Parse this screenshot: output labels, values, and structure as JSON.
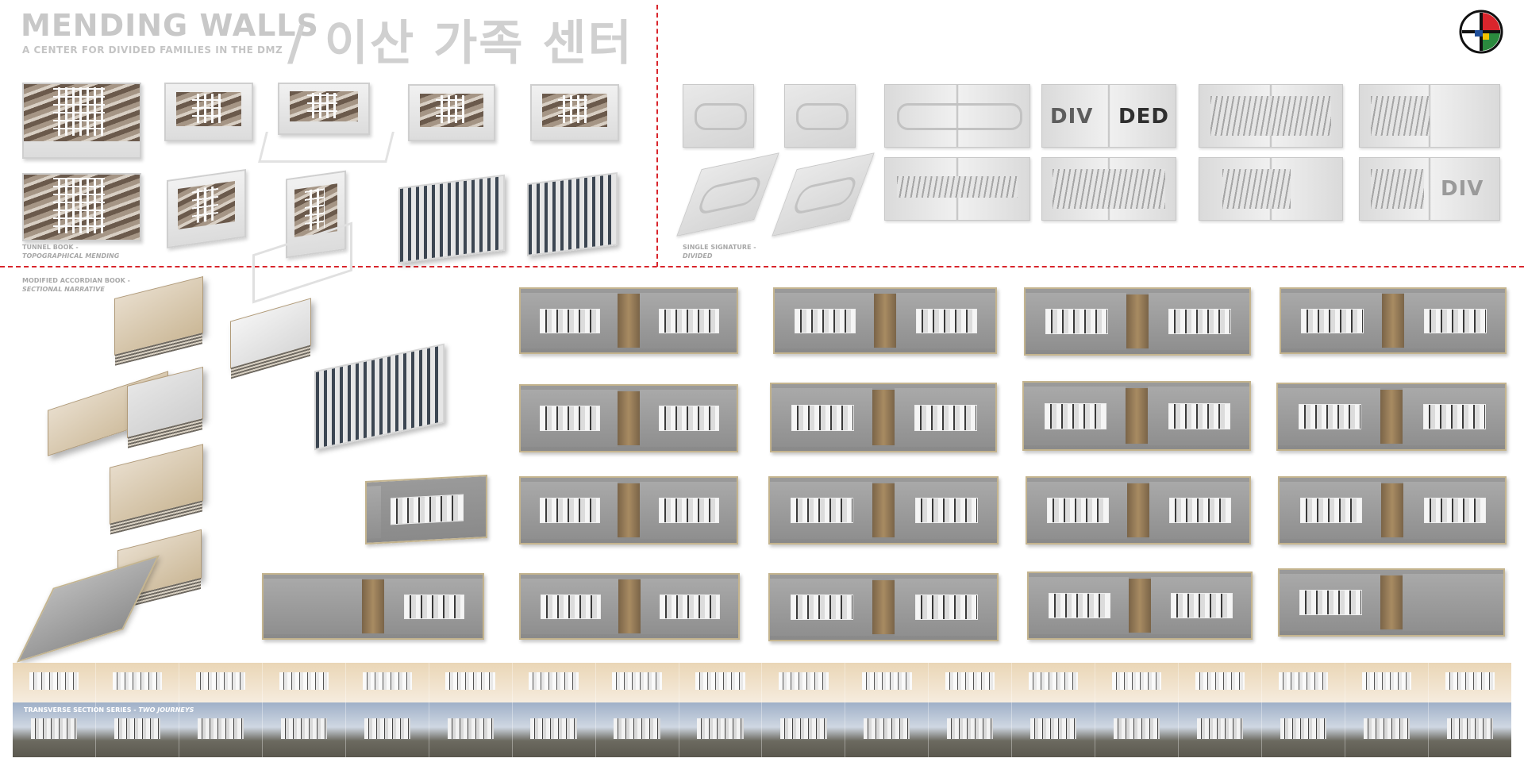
{
  "header": {
    "title": "MENDING WALLS",
    "subtitle": "A CENTER FOR DIVIDED FAMILIES IN THE DMZ",
    "korean_title": "/ 이산 가족 센터"
  },
  "captions": {
    "tunnel_book": {
      "line1": "TUNNEL BOOK -",
      "line2": "TOPOGRAPHICAL MENDING"
    },
    "single_signature": {
      "line1": "SINGLE SIGNATURE -",
      "line2": "DIVIDED"
    },
    "accordion_book": {
      "line1": "MODIFIED ACCORDIAN BOOK -",
      "line2": "SECTIONAL NARRATIVE"
    },
    "section_series": {
      "line1": "TRANSVERSE SECTION SERIES - ",
      "line2": "TWO JOURNEYS"
    }
  },
  "signature_words": {
    "div_top": "DIV",
    "ded_top": "DED",
    "div_bottom": "DIV"
  },
  "colors": {
    "divider_red": "#d9252c",
    "title_gray": "#c8c8c8",
    "card_frame": "#c4b48e"
  },
  "icons": {
    "logo": "quadrant-circle-logo"
  }
}
